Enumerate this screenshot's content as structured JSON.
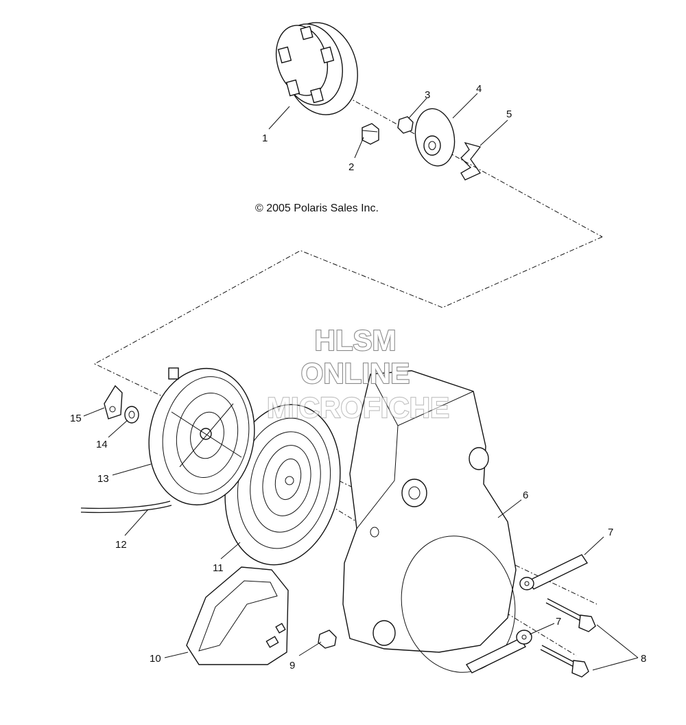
{
  "copyright": "© 2005 Polaris Sales Inc.",
  "watermark": {
    "line1": "HLSM",
    "line2": "ONLINE",
    "line3": "MICROFICHE",
    "stroke_color": "#8a8a8a"
  },
  "callouts": {
    "c1": "1",
    "c2": "2",
    "c3": "3",
    "c4": "4",
    "c5": "5",
    "c6": "6",
    "c7a": "7",
    "c7b": "7",
    "c8": "8",
    "c9": "9",
    "c10": "10",
    "c11": "11",
    "c12": "12",
    "c13": "13",
    "c14": "14",
    "c15": "15"
  },
  "line_color": "#111111"
}
